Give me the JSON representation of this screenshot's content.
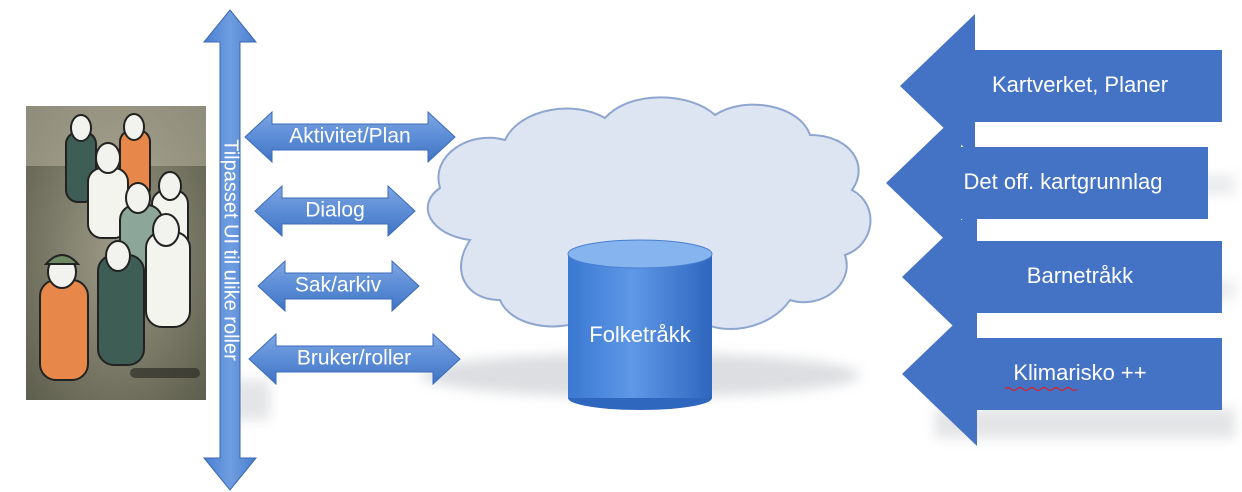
{
  "vertical_arrow": {
    "label": "Tilpasset UI til ulike roller"
  },
  "left_arrows": [
    {
      "label": "Aktivitet/Plan"
    },
    {
      "label": "Dialog"
    },
    {
      "label": "Sak/arkiv"
    },
    {
      "label": "Bruker/roller"
    }
  ],
  "center": {
    "database_label": "Folketråkk"
  },
  "right_arrows": [
    {
      "label": "Kartverket, Planer"
    },
    {
      "label": "Det off. kartgrunnlag"
    },
    {
      "label": "Barnetråkk"
    },
    {
      "label": "Klimarisko ++"
    }
  ],
  "colors": {
    "arrow_blue": "#4472C4",
    "arrow_light": "#6E9BD8",
    "cloud_fill": "#DDE5F3",
    "cloud_stroke": "#8EA6CF",
    "cylinder_top": "#7FAEE9",
    "cylinder_body": "#3A7DD8"
  },
  "icons": {
    "people_illustration": "people-group-illustration"
  }
}
